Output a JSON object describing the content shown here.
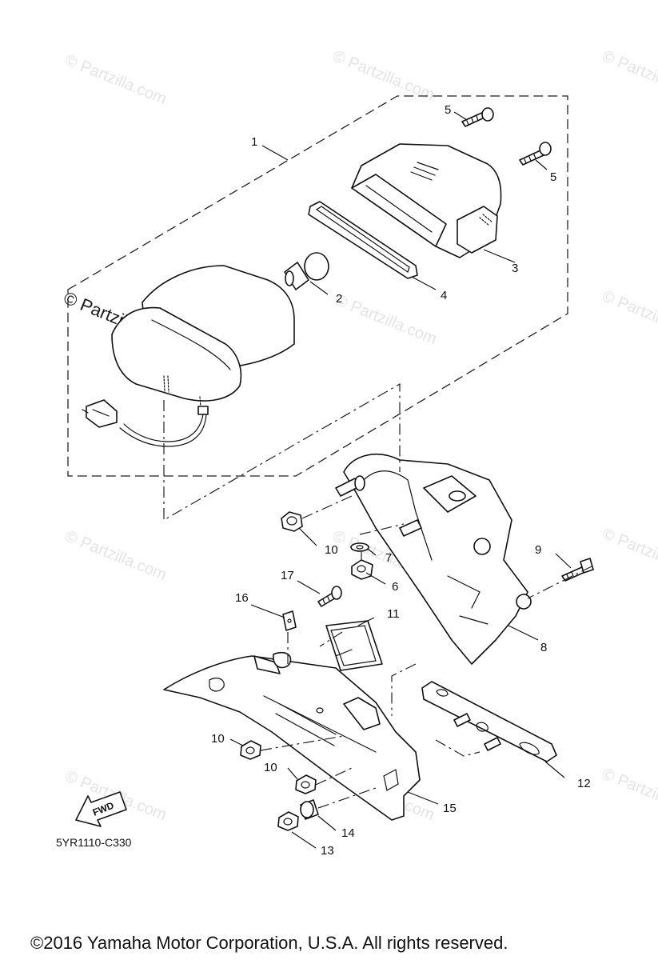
{
  "watermark": {
    "text": "© Partzilla.com",
    "main_text": "© Partzilla.com"
  },
  "callouts": {
    "c1": "1",
    "c2": "2",
    "c3": "3",
    "c4": "4",
    "c5a": "5",
    "c5b": "5",
    "c6": "6",
    "c7": "7",
    "c8": "8",
    "c9": "9",
    "c10a": "10",
    "c10b": "10",
    "c10c": "10",
    "c11": "11",
    "c12": "12",
    "c13": "13",
    "c14": "14",
    "c15": "15",
    "c16": "16",
    "c17": "17"
  },
  "fwd_label": "FWD",
  "diagram_code": "5YR1110-C330",
  "copyright": "©2016  Yamaha Motor Corporation, U.S.A. All rights reserved.",
  "colors": {
    "line": "#111111",
    "watermark": "#cfcfcf",
    "background": "#ffffff"
  }
}
